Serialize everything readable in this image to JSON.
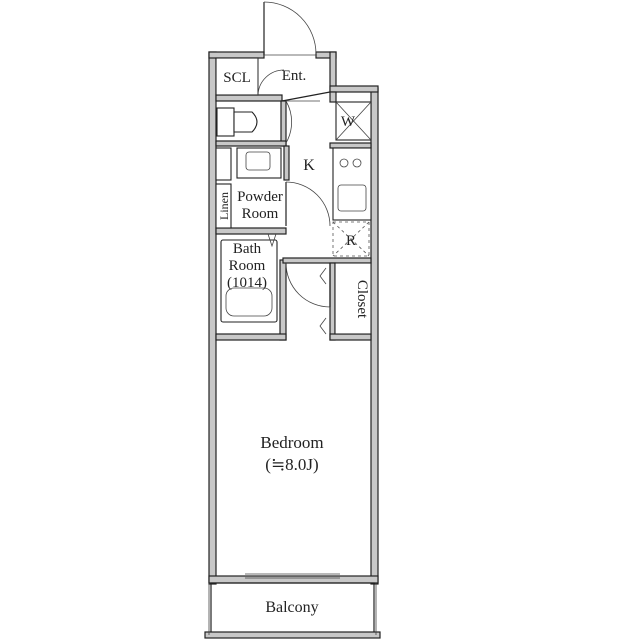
{
  "labels": {
    "scl": "SCL",
    "entrance": "Ent.",
    "washer": "W",
    "kitchen": "K",
    "linen": "Linen",
    "powder_room_1": "Powder",
    "powder_room_2": "Room",
    "refrigerator": "R",
    "bath_1": "Bath",
    "bath_2": "Room",
    "bath_3": "(1014)",
    "closet": "Closet",
    "bedroom_1": "Bedroom",
    "bedroom_2": "(≒8.0J)",
    "balcony": "Balcony"
  }
}
